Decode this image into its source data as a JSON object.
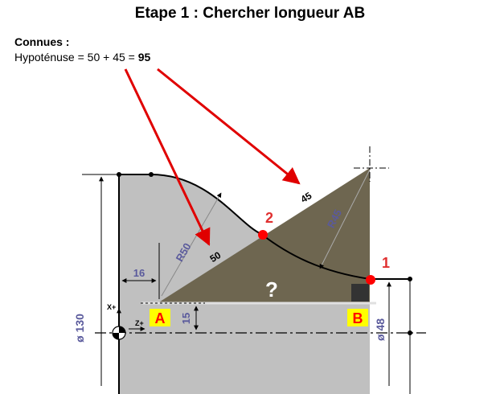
{
  "title": "Etape 1 : Chercher longueur AB",
  "known": {
    "heading": "Connues :",
    "hyp_prefix": "Hypoténuse = 50 + 45 = ",
    "hyp_result": "95"
  },
  "labels": {
    "point_a": "A",
    "point_b": "B",
    "point_1": "1",
    "point_2": "2",
    "question": "?",
    "r50": "R50",
    "r45": "R45",
    "len_50": "50",
    "len_45": "45",
    "dim_16": "16",
    "dim_15": "15",
    "dia_130": "ø 130",
    "dia_48": "ø 48",
    "axis_x": "X+",
    "axis_z": "Z+"
  },
  "colors": {
    "part": "#c0c0c0",
    "triangle": "#6e6650",
    "marker": "#ff0000",
    "label_bg": "#ffff00",
    "label_text": "#ff0000",
    "dim_blue": "#5a5a9c",
    "badge_red": "#e03030"
  }
}
